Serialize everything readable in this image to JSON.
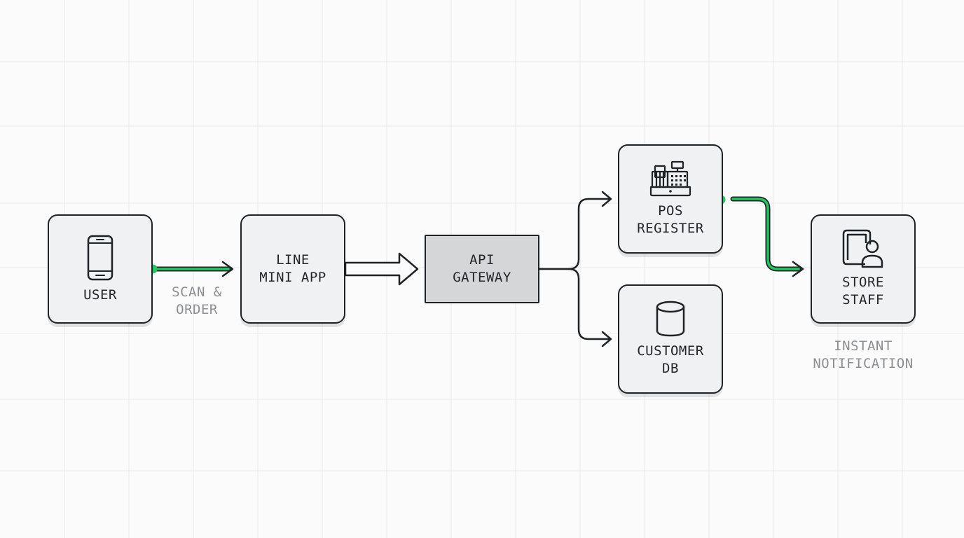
{
  "nodes": {
    "user": {
      "lines": [
        "USER"
      ],
      "icon": "smartphone-icon"
    },
    "mini_app": {
      "lines": [
        "LINE",
        "MINI APP"
      ]
    },
    "api_gateway": {
      "lines": [
        "API",
        "GATEWAY"
      ]
    },
    "pos_register": {
      "lines": [
        "POS",
        "REGISTER"
      ],
      "icon": "cash-register-icon"
    },
    "customer_db": {
      "lines": [
        "CUSTOMER",
        "DB"
      ],
      "icon": "database-icon"
    },
    "store_staff": {
      "lines": [
        "STORE",
        "STAFF"
      ],
      "icon": "tablet-staff-icon"
    }
  },
  "edge_labels": {
    "scan_order": [
      "SCAN &",
      "ORDER"
    ],
    "instant_notification": [
      "INSTANT",
      "NOTIFICATION"
    ]
  },
  "colors": {
    "stroke": "#1e2328",
    "accent": "#22c55e",
    "node_fill": "#f0f1f2",
    "gateway_fill": "#d5d6d7",
    "label": "#8b8f93",
    "grid": "#e9eaeb"
  }
}
